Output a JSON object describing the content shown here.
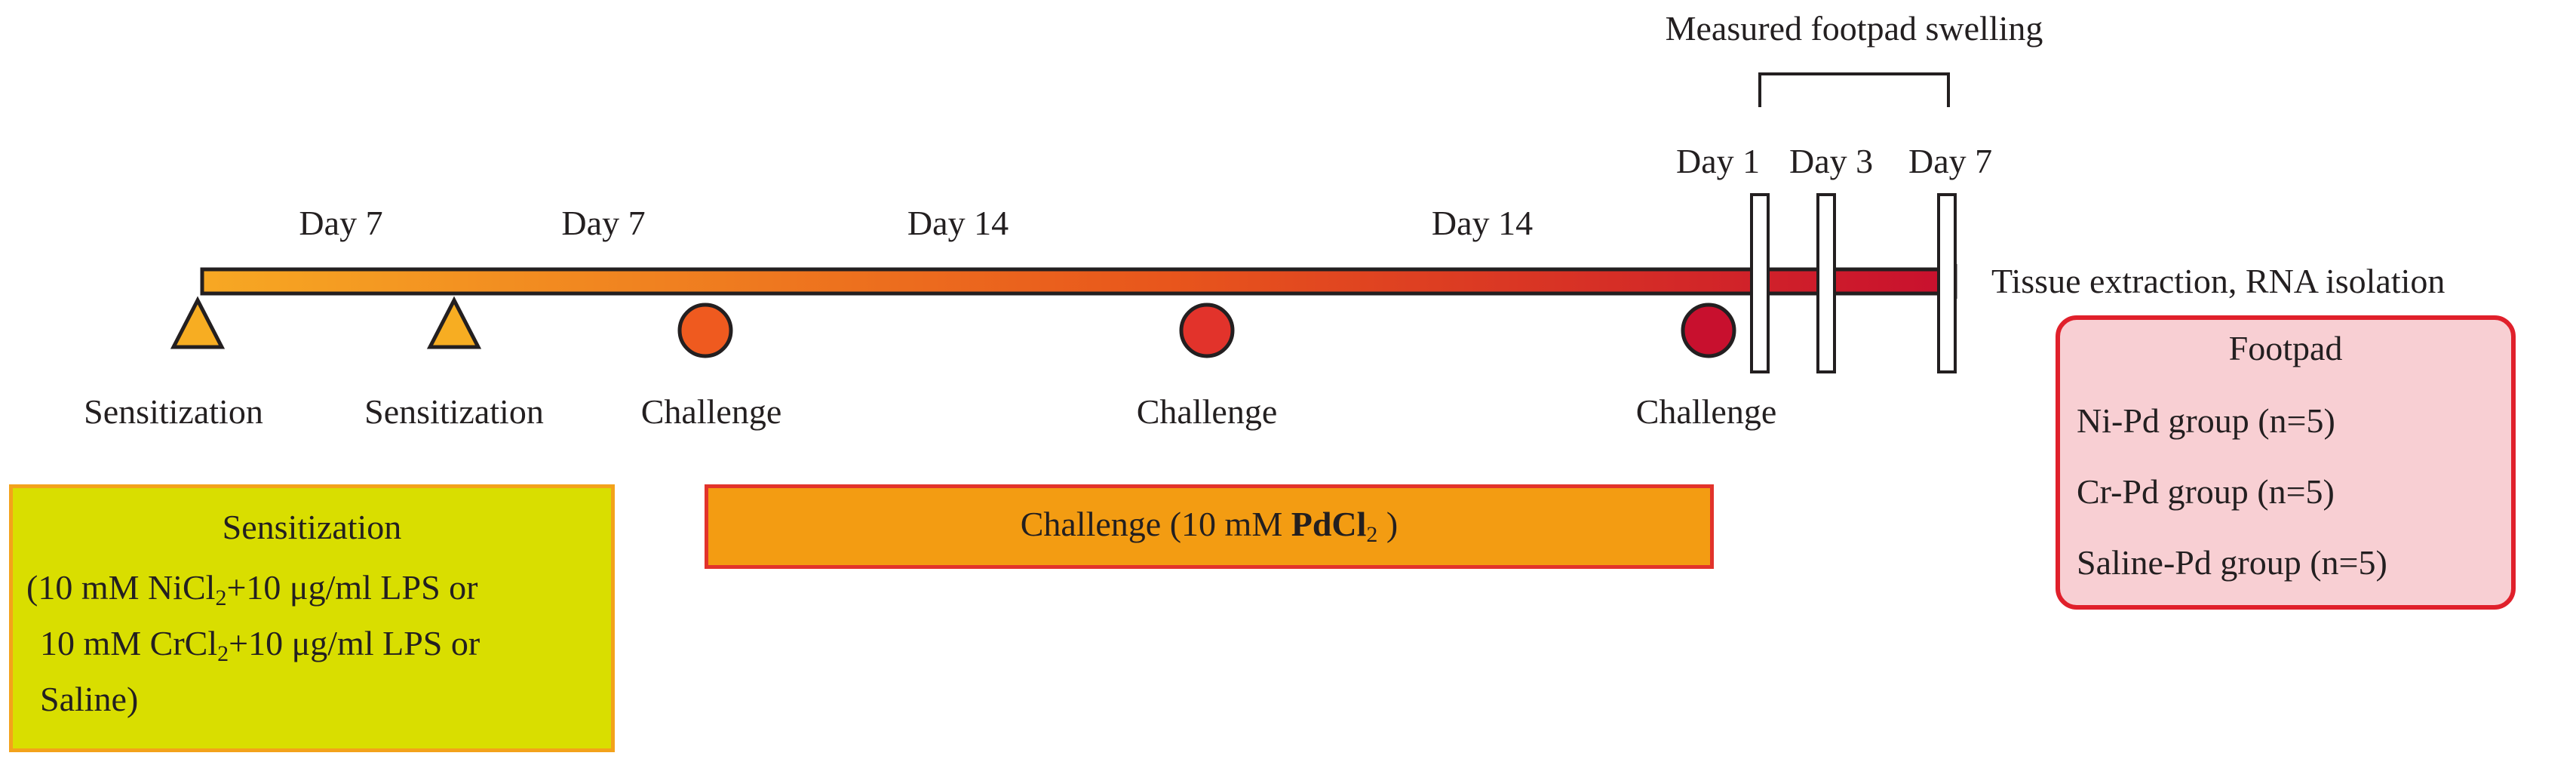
{
  "timeline": {
    "intervals": [
      "Day 7",
      "Day 7",
      "Day 14",
      "Day 14"
    ],
    "measure_days": [
      "Day 1",
      "Day 3",
      "Day 7"
    ],
    "measure_title": "Measured footpad swelling",
    "end_label": "Tissue extraction, RNA isolation"
  },
  "events": {
    "sensitization_1": "Sensitization",
    "sensitization_2": "Sensitization",
    "challenge_1": "Challenge",
    "challenge_2": "Challenge",
    "challenge_3": "Challenge"
  },
  "sensitization_box": {
    "title": "Sensitization",
    "line1_a": "(10 mM NiCl",
    "line1_sub": "2",
    "line1_b": "+10 μg/ml LPS  or",
    "line2_a": "10 mM CrCl",
    "line2_sub": "2",
    "line2_b": "+10 μg/ml LPS  or",
    "line3": "Saline)"
  },
  "challenge_box": {
    "label_a": "Challenge  (10 mM ",
    "label_b": "PdCl",
    "label_sub": "2",
    "label_c": " )"
  },
  "footpad_box": {
    "title": "Footpad",
    "groups": [
      "Ni-Pd group (n=5)",
      "Cr-Pd group (n=5)",
      "Saline-Pd group (n=5)"
    ]
  },
  "colors": {
    "timeline_start": "#f7a823",
    "timeline_end": "#c8102e",
    "sensitization_fill": "#d9de00",
    "sensitization_border": "#f3a21b",
    "challenge_fill": "#f39c12",
    "challenge_border": "#e2332b",
    "footpad_fill": "#f8cfd3",
    "footpad_border": "#e0202b",
    "triangle_fill": "#f7ad22",
    "circle_1": "#ef5a1f",
    "circle_2": "#e2332b",
    "circle_3": "#c8102e"
  }
}
